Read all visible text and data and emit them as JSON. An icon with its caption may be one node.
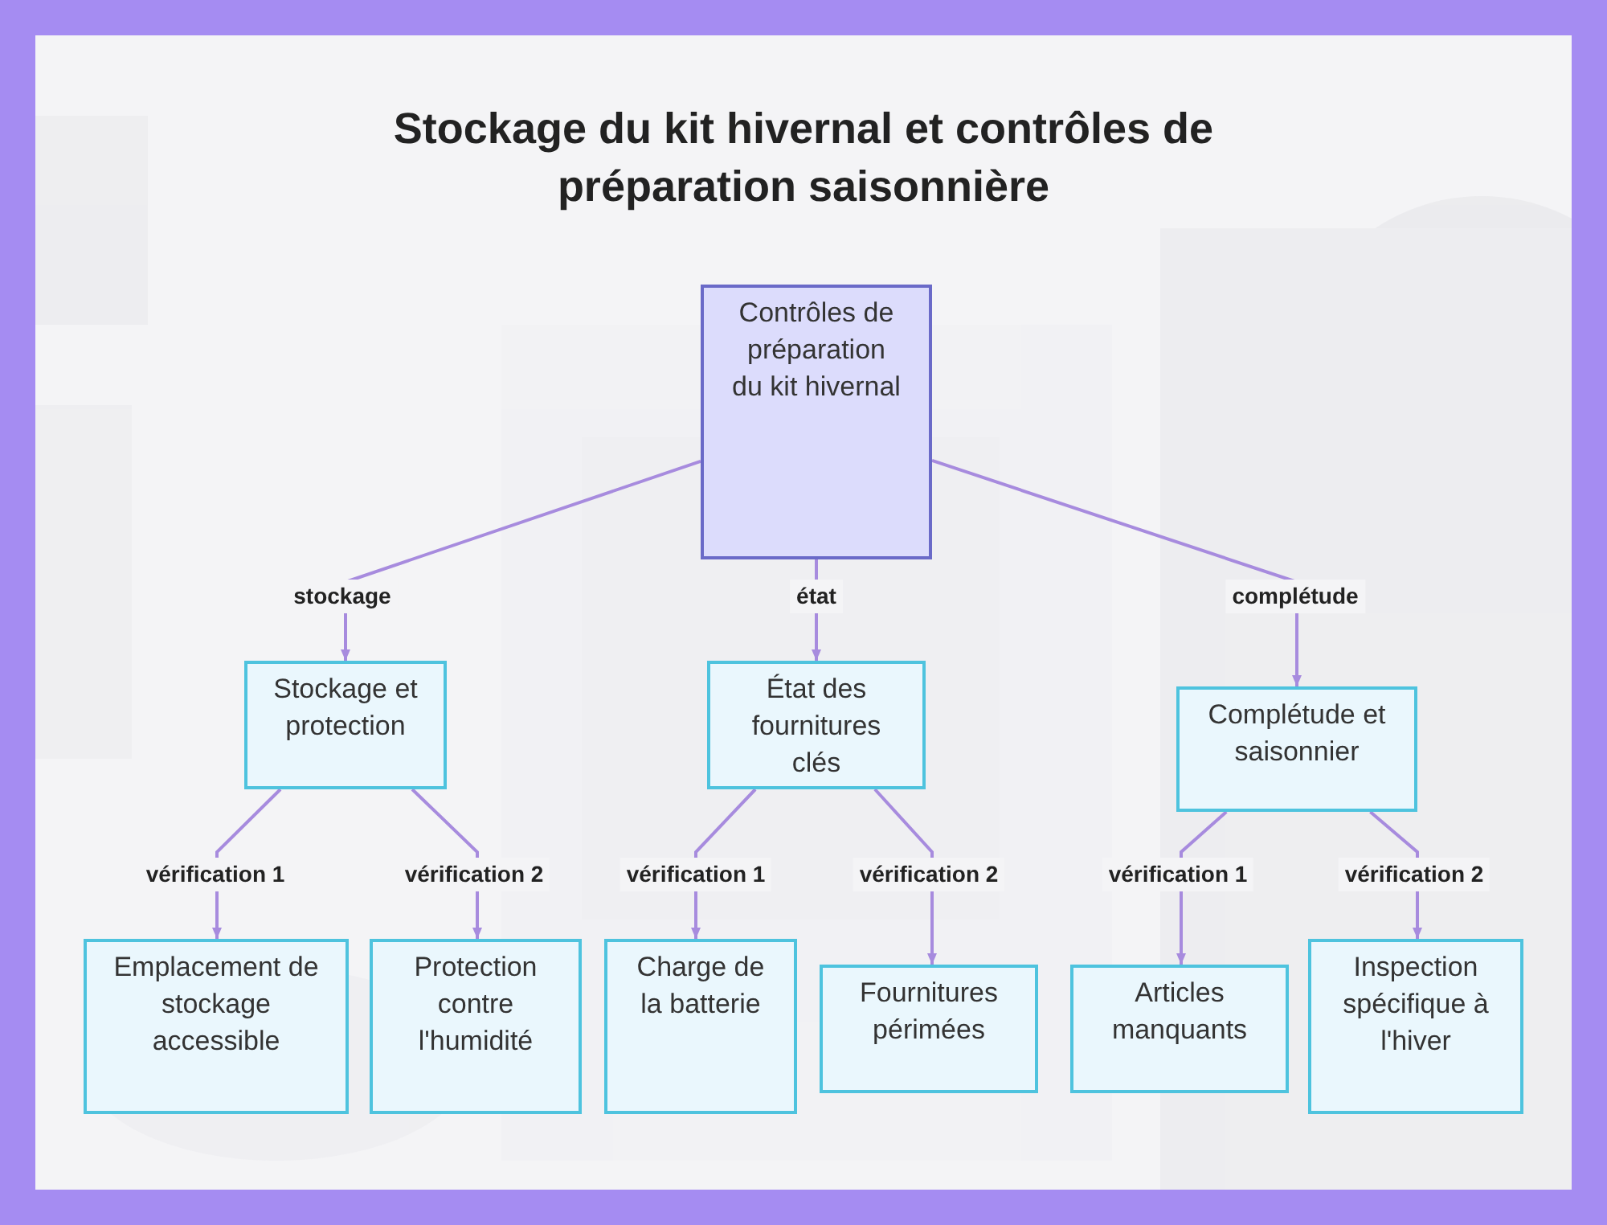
{
  "diagram": {
    "title": "Stockage du kit hivernal et contrôles de préparation saisonnière",
    "nodes": [
      {
        "text": [
          "Contrôles de préparation du kit hivernal"
        ]
      },
      {
        "text": [
          "Stockage et protection"
        ]
      },
      {
        "text": [
          "État des fournitures clés"
        ]
      },
      {
        "text": [
          "Complétude et saisonnier"
        ]
      },
      {
        "text": [
          "Emplacement de stockage accessible"
        ]
      },
      {
        "text": [
          "Protection contre l'humidité"
        ]
      },
      {
        "text": [
          "Charge de la batterie"
        ]
      },
      {
        "text": [
          "Fournitures périmées"
        ]
      },
      {
        "text": [
          "Articles manquants"
        ]
      },
      {
        "text": [
          "Inspection spécifique à l'hiver"
        ]
      }
    ],
    "edges": [
      {
        "from": 0,
        "to": 1,
        "arrow": "to",
        "label": "stockage"
      },
      {
        "from": 0,
        "to": 2,
        "arrow": "to",
        "label": "état"
      },
      {
        "from": 0,
        "to": 3,
        "arrow": "to",
        "label": "complétude"
      },
      {
        "from": 1,
        "to": 4,
        "arrow": "to",
        "label": "vérification 1"
      },
      {
        "from": 1,
        "to": 5,
        "arrow": "to",
        "label": "vérification 2"
      },
      {
        "from": 2,
        "to": 6,
        "arrow": "to",
        "label": "vérification 1"
      },
      {
        "from": 2,
        "to": 7,
        "arrow": "to",
        "label": "vérification 2"
      },
      {
        "from": 3,
        "to": 8,
        "arrow": "to",
        "label": "vérification 1"
      },
      {
        "from": 3,
        "to": 9,
        "arrow": "to",
        "label": "vérification 2"
      }
    ]
  }
}
